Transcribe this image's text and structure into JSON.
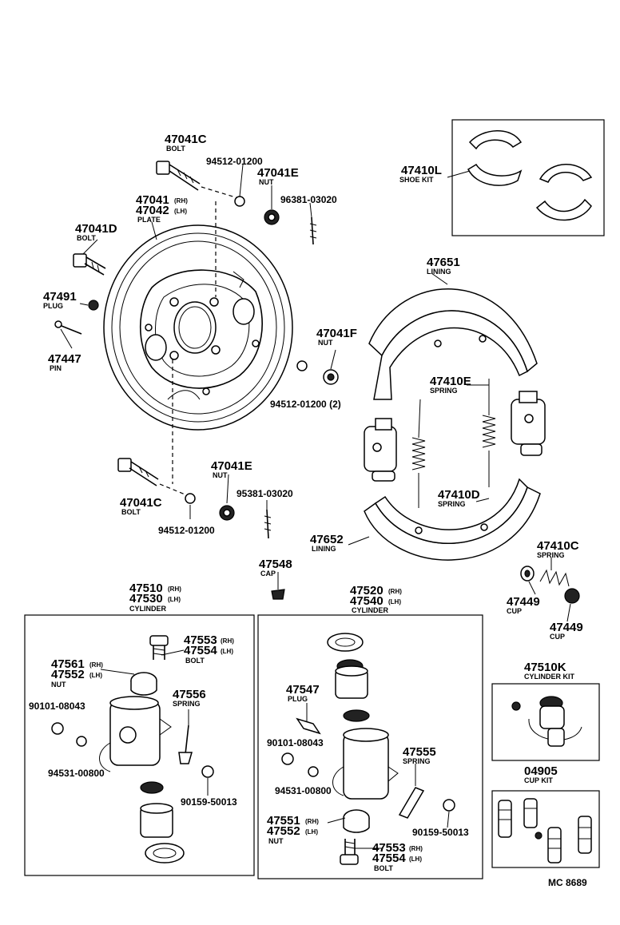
{
  "labels": {
    "l_47041C_top": {
      "num": "47041C",
      "sub": "BOLT"
    },
    "l_94512_top": {
      "num": "94512-01200"
    },
    "l_47041E_top": {
      "num": "47041E",
      "sub": "NUT"
    },
    "l_96381_top": {
      "num": "96381-03020"
    },
    "l_47041": {
      "num1": "47041",
      "side1": "(RH)",
      "num2": "47042",
      "side2": "(LH)",
      "sub": "PLATE"
    },
    "l_47041D": {
      "num": "47041D",
      "sub": "BOLT"
    },
    "l_47491": {
      "num": "47491",
      "sub": "PLUG"
    },
    "l_47447": {
      "num": "47447",
      "sub": "PIN"
    },
    "l_47041F": {
      "num": "47041F",
      "sub": "NUT"
    },
    "l_94512_mid": {
      "num": "94512-01200 (2)"
    },
    "l_47410L": {
      "num": "47410L",
      "sub": "SHOE KIT"
    },
    "l_47651": {
      "num": "47651",
      "sub": "LINING"
    },
    "l_47410E": {
      "num": "47410E",
      "sub": "SPRING"
    },
    "l_47410D": {
      "num": "47410D",
      "sub": "SPRING"
    },
    "l_47652": {
      "num": "47652",
      "sub": "LINING"
    },
    "l_47041E_bot": {
      "num": "47041E",
      "sub": "NUT"
    },
    "l_95381_bot": {
      "num": "95381-03020"
    },
    "l_47041C_bot": {
      "num": "47041C",
      "sub": "BOLT"
    },
    "l_94512_bot": {
      "num": "94512-01200"
    },
    "l_47548": {
      "num": "47548",
      "sub": "CAP"
    },
    "l_47410C": {
      "num": "47410C",
      "sub": "SPRING"
    },
    "l_47449_a": {
      "num": "47449",
      "sub": "CUP"
    },
    "l_47449_b": {
      "num": "47449",
      "sub": "CUP"
    },
    "l_47510": {
      "num1": "47510",
      "side1": "(RH)",
      "num2": "47530",
      "side2": "(LH)",
      "sub": "CYLINDER"
    },
    "l_47520": {
      "num1": "47520",
      "side1": "(RH)",
      "num2": "47540",
      "side2": "(LH)",
      "sub": "CYLINDER"
    },
    "l_47553_L": {
      "num1": "47553",
      "side1": "(RH)",
      "num2": "47554",
      "side2": "(LH)",
      "sub": "BOLT"
    },
    "l_47561": {
      "num1": "47561",
      "side1": "(RH)",
      "num2": "47552",
      "side2": "(LH)",
      "sub": "NUT"
    },
    "l_47556": {
      "num": "47556",
      "sub": "SPRING"
    },
    "l_90101_L": {
      "num": "90101-08043"
    },
    "l_94531_L": {
      "num": "94531-00800"
    },
    "l_90159_L": {
      "num": "90159-50013"
    },
    "l_47547": {
      "num": "47547",
      "sub": "PLUG"
    },
    "l_90101_R": {
      "num": "90101-08043"
    },
    "l_47555": {
      "num": "47555",
      "sub": "SPRING"
    },
    "l_94531_R": {
      "num": "94531-00800"
    },
    "l_90159_R": {
      "num": "90159-50013"
    },
    "l_47551": {
      "num1": "47551",
      "side1": "(RH)",
      "num2": "47552",
      "side2": "(LH)",
      "sub": "NUT"
    },
    "l_47553_R": {
      "num1": "47553",
      "side1": "(RH)",
      "num2": "47554",
      "side2": "(LH)",
      "sub": "BOLT"
    },
    "l_47510K": {
      "num": "47510K",
      "sub": "CYLINDER KIT"
    },
    "l_04905": {
      "num": "04905",
      "sub": "CUP KIT"
    }
  },
  "footer": {
    "code": "MC 8689"
  }
}
